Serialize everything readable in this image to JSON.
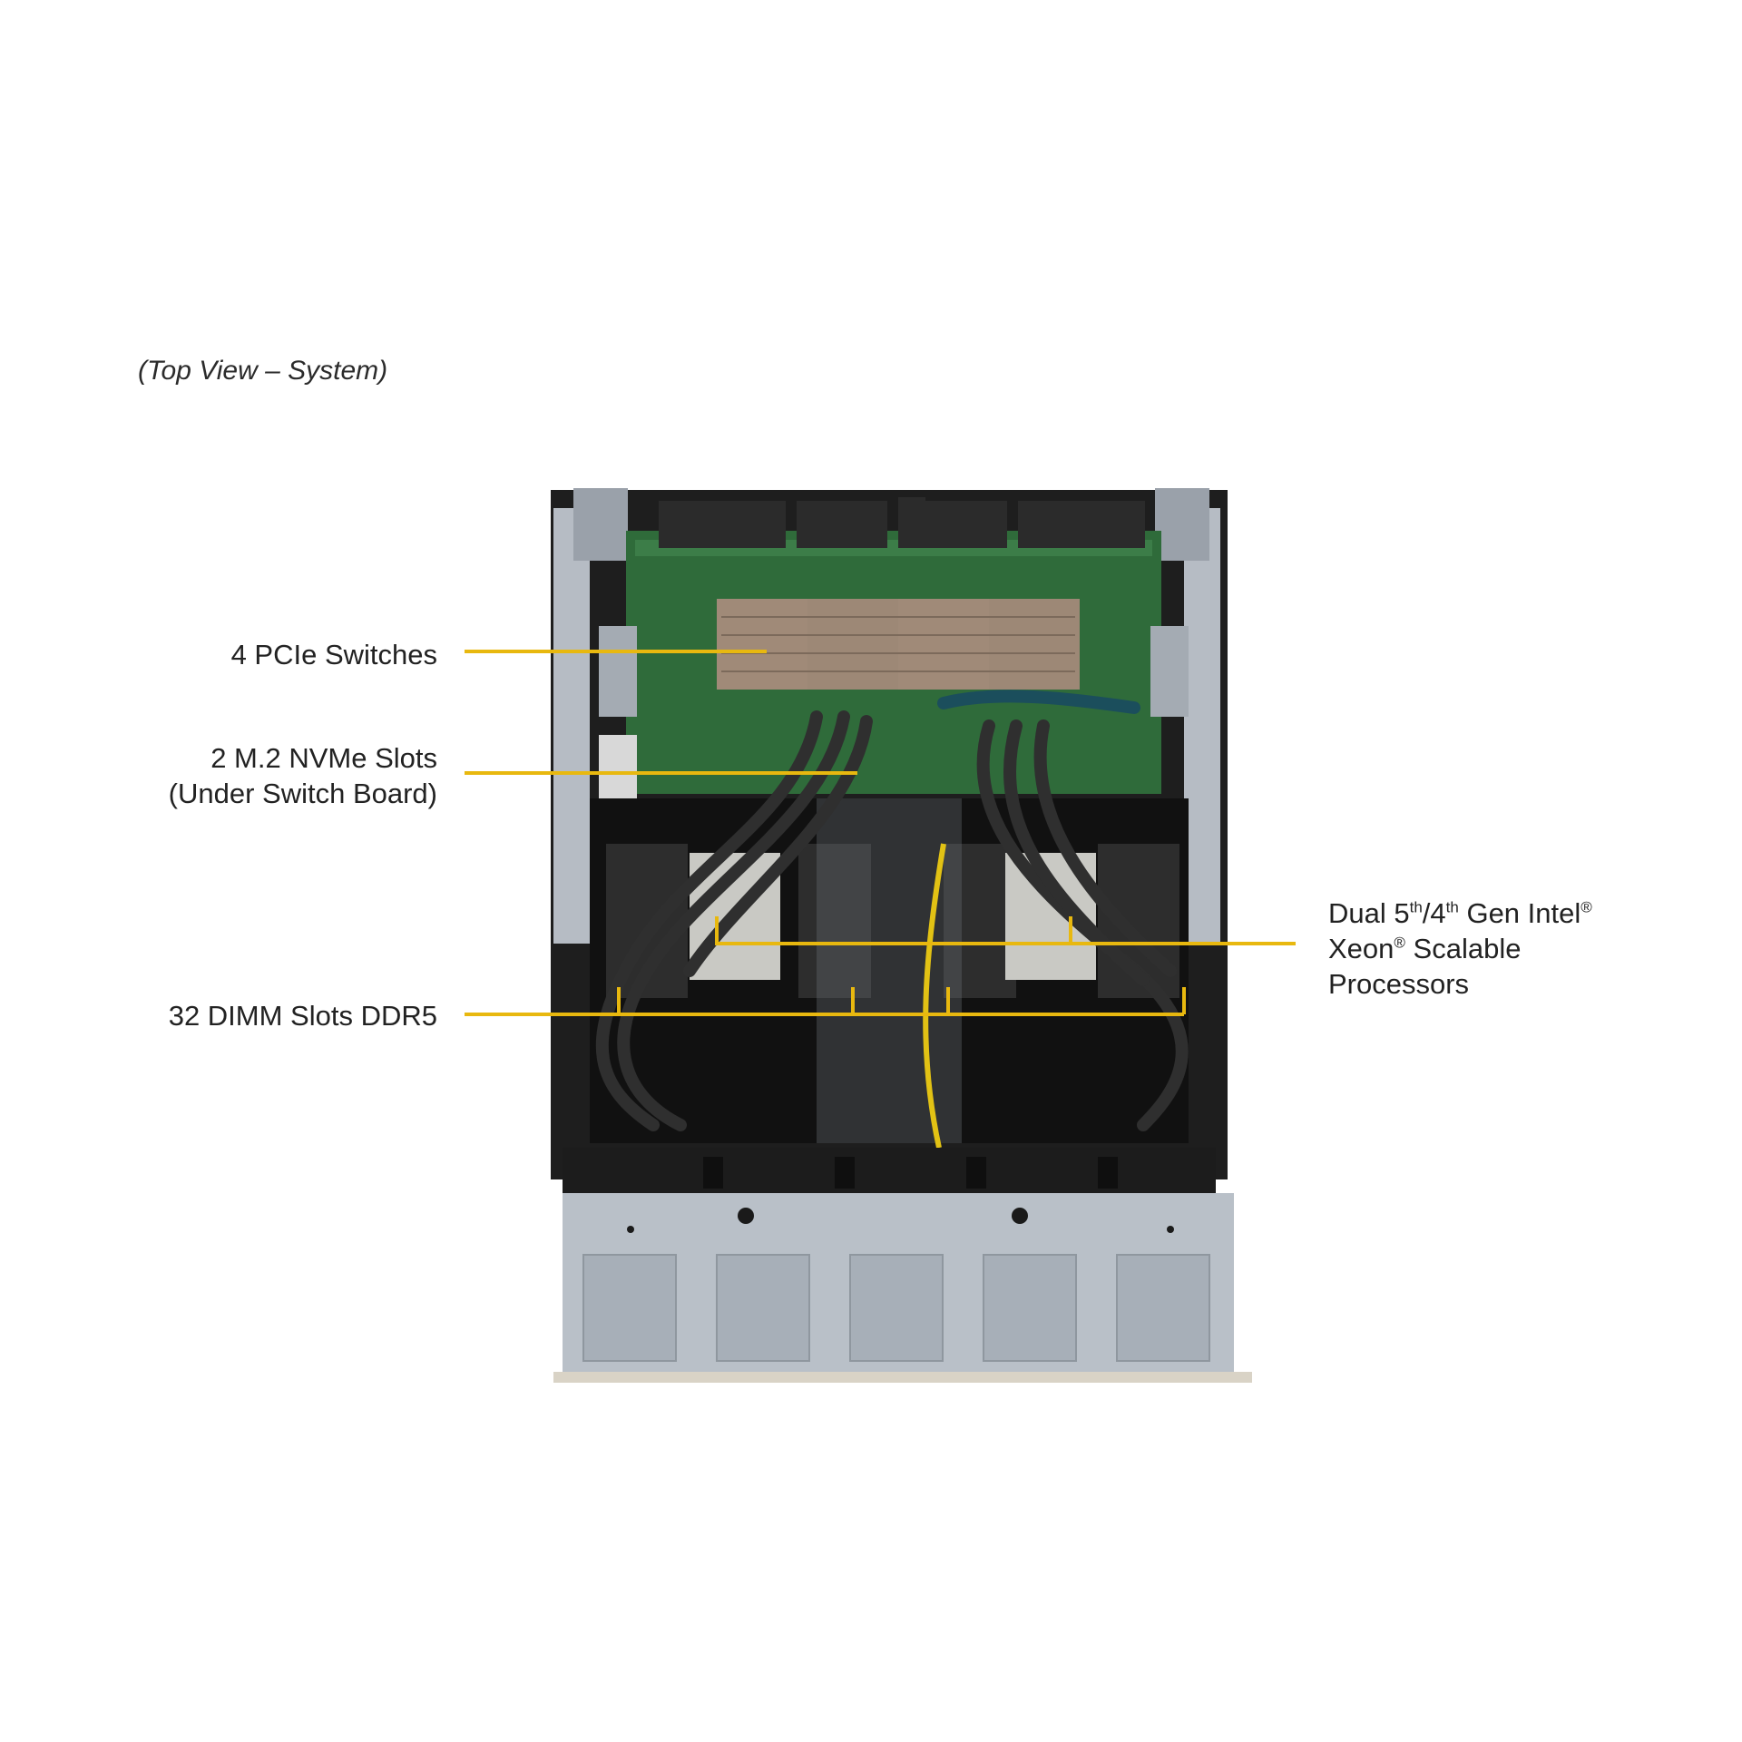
{
  "caption": "(Top View – System)",
  "callouts": {
    "pcie_switches": "4 PCIe Switches",
    "m2_nvme": {
      "line1": "2 M.2 NVMe Slots",
      "line2": "(Under Switch Board)"
    },
    "dimm_slots": "32 DIMM Slots DDR5",
    "processors": {
      "prefix": "Dual 5",
      "sup1": "th",
      "mid": "/4",
      "sup2": "th",
      "suffix": " Gen Intel",
      "reg1": "®",
      "line2_a": "Xeon",
      "reg2": "®",
      "line2_b": " Scalable",
      "line3": "Processors"
    }
  },
  "colors": {
    "leader_line": "#e8b80f",
    "pcb_green": "#2f6b3a",
    "chassis_gray": "#b9c0c8",
    "cable_black": "#2a2a2a",
    "heatsink": "#a08a78"
  }
}
